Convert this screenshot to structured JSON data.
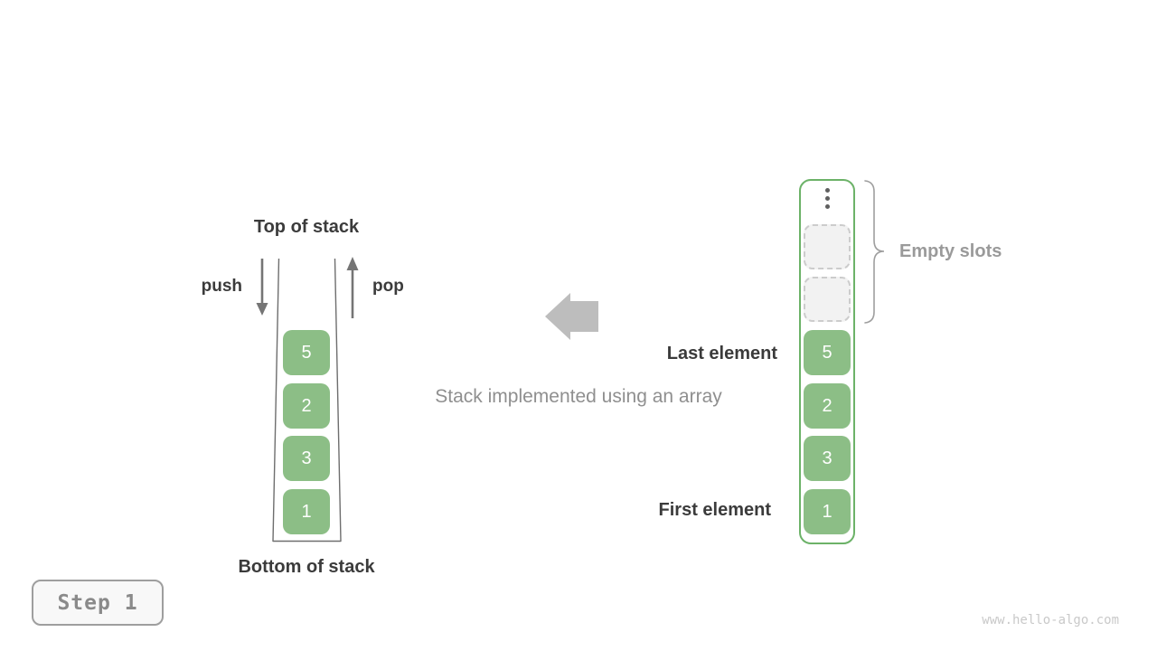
{
  "step_badge": {
    "label": "Step 1"
  },
  "caption": "Stack implemented using an array",
  "watermark": "www.hello-algo.com",
  "stack": {
    "top_label": "Top of stack",
    "bottom_label": "Bottom of stack",
    "push_label": "push",
    "pop_label": "pop",
    "cells": [
      "5",
      "2",
      "3",
      "1"
    ]
  },
  "array": {
    "empty_slots_label": "Empty slots",
    "last_element_label": "Last element",
    "first_element_label": "First element",
    "empty_slot_count": 2,
    "cells": [
      "5",
      "2",
      "3",
      "1"
    ]
  },
  "colors": {
    "cell_green": "#8cbe86",
    "array_border_green": "#6cb268",
    "dark_text": "#3b3b3b",
    "gray_text": "#8f8f8f",
    "gray_bold_text": "#9a9a9a",
    "small_arrow_gray": "#757575",
    "big_arrow_gray": "#bdbdbd",
    "slot_fill": "#f2f2f2",
    "slot_border": "#cccccc",
    "watermark_gray": "#c9c9c9"
  }
}
